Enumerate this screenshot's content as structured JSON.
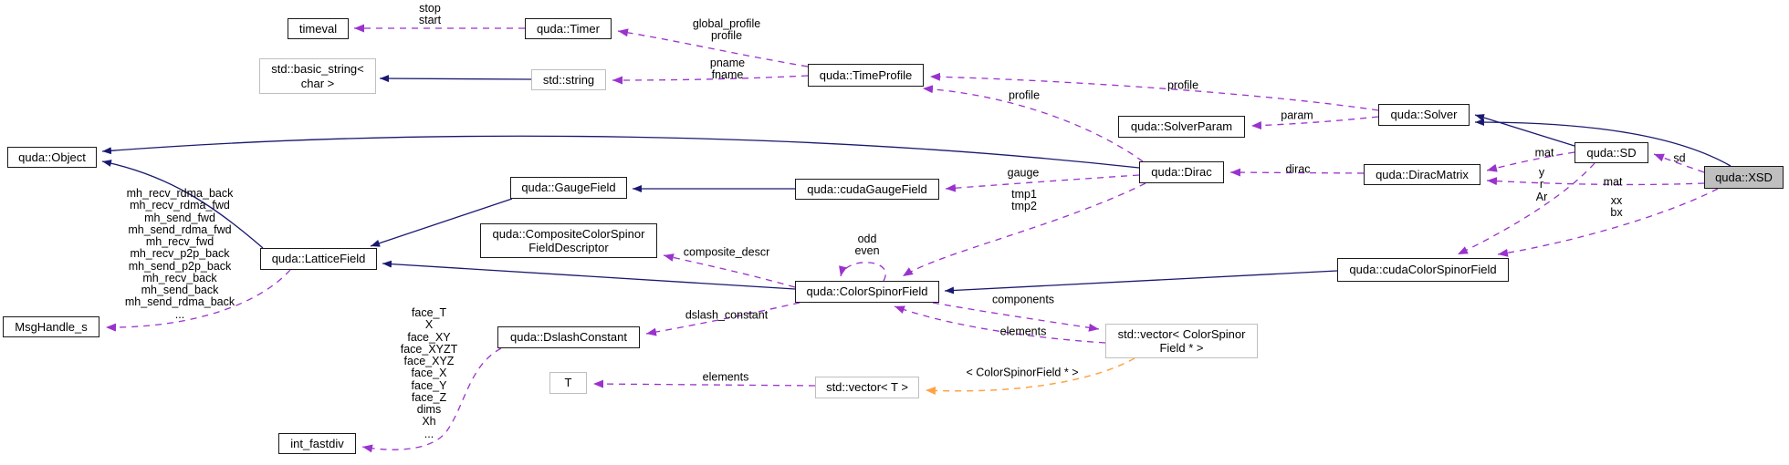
{
  "nodes": {
    "object": "quda::Object",
    "timeval": "timeval",
    "timer": "quda::Timer",
    "basic_string": "std::basic_string<\nchar >",
    "string": "std::string",
    "timeprofile": "quda::TimeProfile",
    "solverparam": "quda::SolverParam",
    "solver": "quda::Solver",
    "sd": "quda::SD",
    "xsd": "quda::XSD",
    "diracmatrix": "quda::DiracMatrix",
    "dirac": "quda::Dirac",
    "gaugefield": "quda::GaugeField",
    "cudagaugefield": "quda::cudaGaugeField",
    "latticefield": "quda::LatticeField",
    "compdescr": "quda::CompositeColorSpinor\nFieldDescriptor",
    "colorspinorfield": "quda::ColorSpinorField",
    "cudacolorspinorfield": "quda::cudaColorSpinorField",
    "vector_csf": "std::vector< ColorSpinor\nField * >",
    "dslashconstant": "quda::DslashConstant",
    "t": "T",
    "vector_t": "std::vector< T >",
    "int_fastdiv": "int_fastdiv",
    "msghandle": "MsgHandle_s"
  },
  "edge_labels": {
    "stop_start": "stop\nstart",
    "global_profile": "global_profile\nprofile",
    "pname_fname": "pname\nfname",
    "profile_solver": "profile",
    "profile_dirac": "profile",
    "param": "param",
    "mat_sd": "mat",
    "y_r_ar": "y\nr\nAr",
    "mat_xsd": "mat",
    "xx_bx": "xx\nbx",
    "sd": "sd",
    "dirac": "dirac",
    "gauge": "gauge",
    "tmp": "tmp1\ntmp2",
    "composite_descr": "composite_descr",
    "odd_even": "odd\neven",
    "components": "components",
    "elements_vector_csf": "elements",
    "dslash_constant": "dslash_constant",
    "elements_vector_t": "elements",
    "template_args": "< ColorSpinorField * >",
    "mh_handles": "mh_recv_rdma_back\nmh_recv_rdma_fwd\nmh_send_fwd\nmh_send_rdma_fwd\nmh_recv_fwd\nmh_recv_p2p_back\nmh_send_p2p_back\nmh_recv_back\nmh_send_back\nmh_send_rdma_back\n...",
    "dslash_members": "face_T\nX\nface_XY\nface_XYZT\nface_XYZ\nface_X\nface_Y\nface_Z\ndims\nXh\n..."
  },
  "colors": {
    "inheritance_edge": "#191970",
    "usage_edge": "#9a32cd",
    "template_edge": "#ffa245",
    "node_border": "#1a1a1a",
    "std_node_border": "#bfbfbf",
    "highlight_fill": "#bfbfbf",
    "background": "#ffffff"
  }
}
